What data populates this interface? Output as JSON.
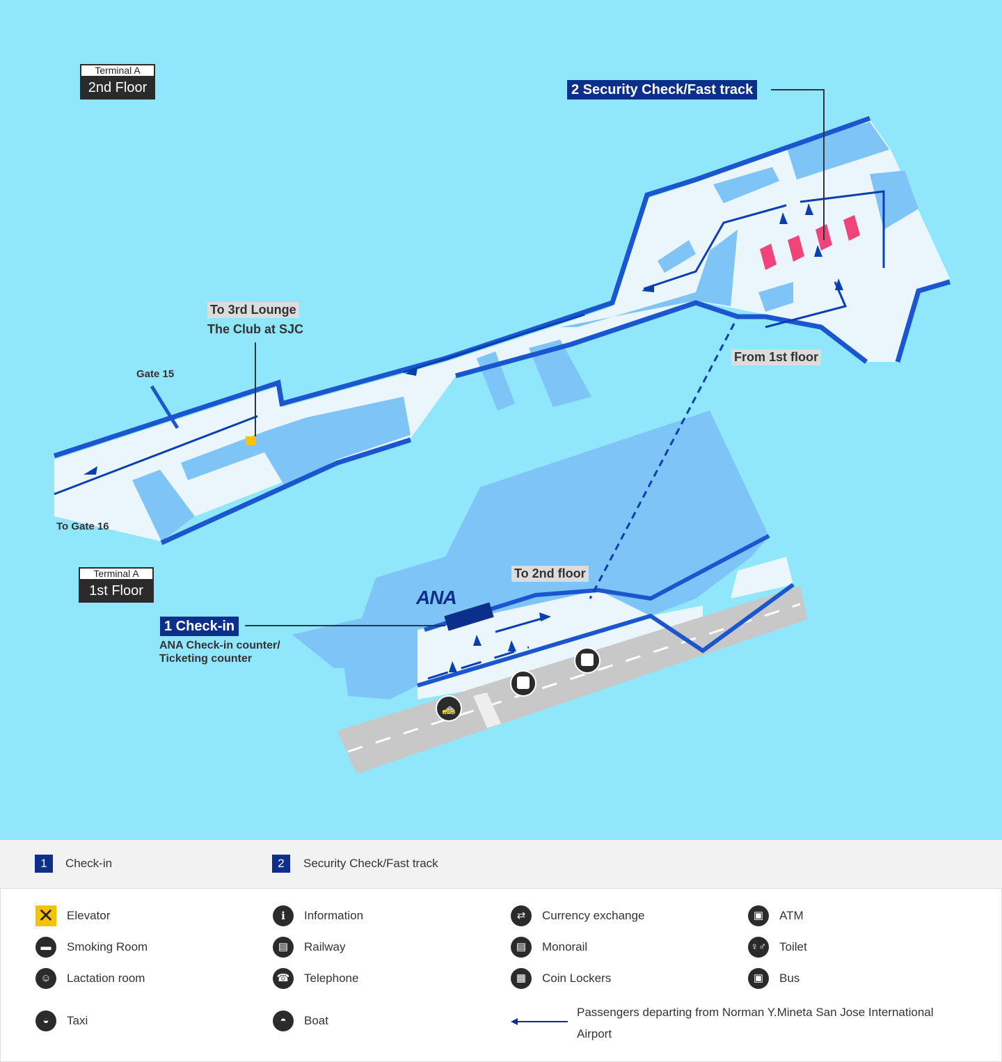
{
  "map": {
    "floor2": {
      "terminal": "Terminal A",
      "floor": "2nd Floor"
    },
    "floor1": {
      "terminal": "Terminal A",
      "floor": "1st Floor"
    },
    "security_label": "2 Security Check/Fast track",
    "checkin_label": "1 Check-in",
    "checkin_desc_1": "ANA Check-in counter/",
    "checkin_desc_2": "Ticketing counter",
    "lounge_1": "To 3rd Lounge",
    "lounge_2": "The Club at SJC",
    "gate15": "Gate 15",
    "gate16": "To Gate 16",
    "from_1st": "From 1st floor",
    "to_2nd": "To 2nd floor",
    "ana_logo": "ANA"
  },
  "legend": {
    "numbered": [
      {
        "num": "1",
        "label": "Check-in"
      },
      {
        "num": "2",
        "label": "Security Check/Fast track"
      }
    ],
    "items": [
      {
        "icon": "elevator-icon",
        "label": "Elevator"
      },
      {
        "icon": "information-icon",
        "label": "Information"
      },
      {
        "icon": "currency-exchange-icon",
        "label": "Currency exchange"
      },
      {
        "icon": "atm-icon",
        "label": "ATM"
      },
      {
        "icon": "smoking-room-icon",
        "label": "Smoking Room"
      },
      {
        "icon": "railway-icon",
        "label": "Railway"
      },
      {
        "icon": "monorail-icon",
        "label": "Monorail"
      },
      {
        "icon": "toilet-icon",
        "label": "Toilet"
      },
      {
        "icon": "lactation-room-icon",
        "label": "Lactation room"
      },
      {
        "icon": "telephone-icon",
        "label": "Telephone"
      },
      {
        "icon": "coin-lockers-icon",
        "label": "Coin Lockers"
      },
      {
        "icon": "bus-icon",
        "label": "Bus"
      },
      {
        "icon": "taxi-icon",
        "label": "Taxi"
      },
      {
        "icon": "boat-icon",
        "label": "Boat"
      }
    ],
    "route_1": "Passengers departing from Norman Y.Mineta San Jose International",
    "route_2": "Airport"
  },
  "colors": {
    "background": "#90e6fb",
    "floor": "#eaf6fb",
    "block": "#7fc4f7",
    "wall": "#1a56d0",
    "navy": "#0b2f8a",
    "security": "#f0457a"
  }
}
